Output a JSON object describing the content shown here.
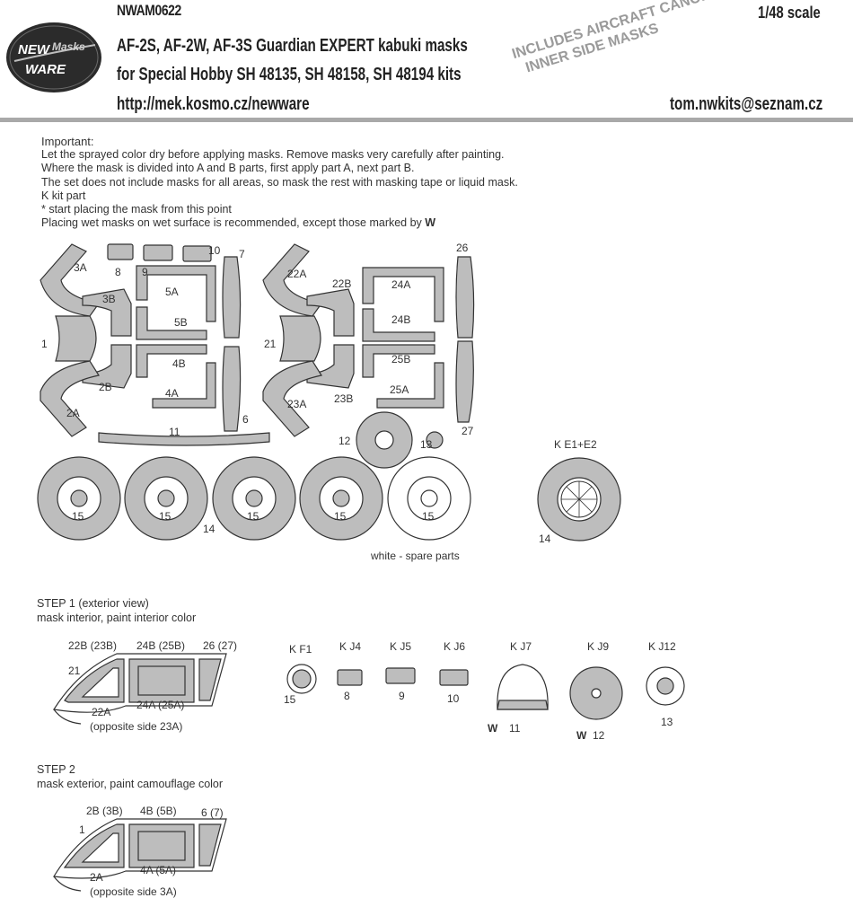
{
  "header": {
    "code": "NWAM0622",
    "scale": "1/48 scale",
    "title_line1": "AF-2S, AF-2W, AF-3S Guardian  EXPERT kabuki masks",
    "title_line2": "for Special Hobby SH 48135, SH 48158, SH 48194 kits",
    "url": "http://mek.kosmo.cz/newware",
    "email": "tom.nwkits@seznam.cz",
    "stamp_line1": "INCLUDES AIRCRAFT CANOPY",
    "stamp_line2": "INNER SIDE  MASKS",
    "logo_line1": "NEW",
    "logo_line2": "Masks",
    "logo_line3": "WARE"
  },
  "instructions": {
    "heading": "Important:",
    "lines": [
      "Let the sprayed color dry before applying masks. Remove masks very carefully after painting.",
      "Where the mask is divided into A and B parts, first apply part A, next part B.",
      "The set does not include masks for all areas, so mask the rest with masking tape or liquid mask.",
      "K kit part",
      "*  start placing the mask from this point",
      "Placing wet masks on wet surface is recommended, except those marked by"
    ],
    "wet_symbol": "W"
  },
  "sheet_labels": {
    "p1": "1",
    "p2a": "2A",
    "p2b": "2B",
    "p3a": "3A",
    "p3b": "3B",
    "p4a": "4A",
    "p4b": "4B",
    "p5a": "5A",
    "p5b": "5B",
    "p6": "6",
    "p7": "7",
    "p8": "8",
    "p9": "9",
    "p10": "10",
    "p11": "11",
    "p12": "12",
    "p13": "13",
    "p14a": "14",
    "p14b": "14",
    "p15": "15",
    "p21": "21",
    "p22a": "22A",
    "p22b": "22B",
    "p23a": "23A",
    "p23b": "23B",
    "p24a": "24A",
    "p24b": "24B",
    "p25a": "25A",
    "p25b": "25B",
    "p26": "26",
    "p27": "27",
    "ke": "K E1+E2",
    "spare": "white - spare parts"
  },
  "step1": {
    "title": "STEP 1 (exterior view)",
    "subtitle": "mask interior, paint interior color",
    "l22b": "22B (23B)",
    "l24b": "24B (25B)",
    "l26": "26 (27)",
    "l21": "21",
    "l24a": "24A (25A)",
    "l22a": "22A",
    "opposite": "(opposite side 23A)",
    "kf1": "K F1",
    "kj4": "K J4",
    "kj5": "K J5",
    "kj6": "K J6",
    "kj7": "K J7",
    "kj9": "K J9",
    "kj12": "K J12",
    "n15": "15",
    "n8": "8",
    "n9": "9",
    "n10": "10",
    "n11": "11",
    "n12": "12",
    "n13": "13"
  },
  "step2": {
    "title": "STEP 2",
    "subtitle": "mask exterior, paint camouflage color",
    "l2b": "2B (3B)",
    "l4b": "4B (5B)",
    "l6": "6 (7)",
    "l1": "1",
    "l2a": "2A",
    "l4a": "4A (5A)",
    "opposite": "(opposite side 3A)"
  }
}
